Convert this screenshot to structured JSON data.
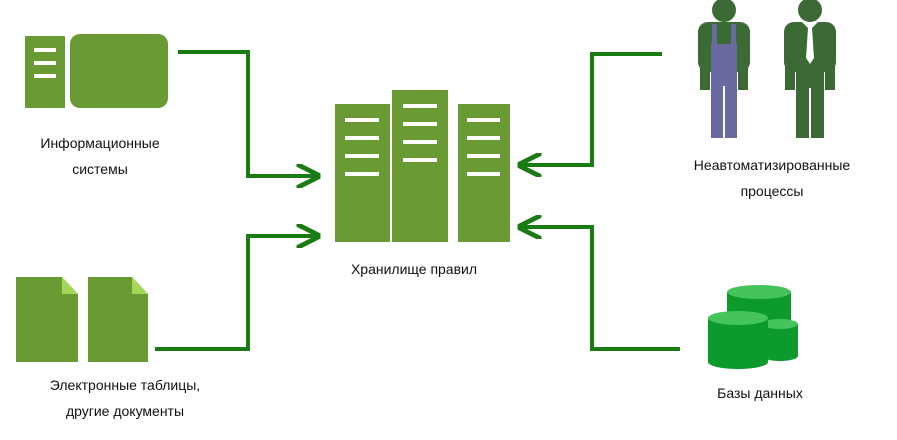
{
  "center": {
    "label": "Хранилище правил",
    "icon": "server-rack-icon"
  },
  "sources": [
    {
      "id": "info-systems",
      "lines": [
        "Информационные",
        "системы"
      ],
      "icon": "computer-icon"
    },
    {
      "id": "spreadsheets",
      "lines": [
        "Электронные таблицы,",
        "другие документы"
      ],
      "icon": "documents-icon"
    },
    {
      "id": "manual-processes",
      "lines": [
        "Неавтоматизированные",
        "процессы"
      ],
      "icon": "people-icon"
    },
    {
      "id": "databases",
      "lines": [
        "Базы данных"
      ],
      "icon": "database-icon"
    }
  ],
  "colors": {
    "icon_green": "#6a9a34",
    "arrow_green": "#1a7a14",
    "person_dark": "#3b6a34",
    "person_blue": "#6a6aa2",
    "db_green": "#0c9a2c",
    "db_top": "#46c45c"
  }
}
